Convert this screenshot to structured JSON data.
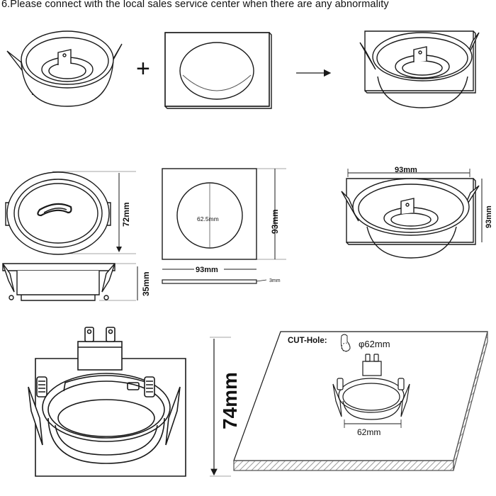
{
  "heading": "6.Please connect with the local sales service center when there are any abnormality",
  "labels": {
    "ring_height": "72mm",
    "ring_depth": "35mm",
    "plate_diameter": "62.5mm",
    "plate_height": "93mm",
    "plate_width": "93mm",
    "plate_thickness": "3mm",
    "assembled_width": "93mm",
    "assembled_height": "93mm",
    "total_height": "74mm",
    "cut_hole_label": "CUT-Hole:",
    "cut_hole_diameter": "φ62mm",
    "install_width": "62mm"
  },
  "symbols": {
    "plus": "+",
    "arrow": "→"
  },
  "colors": {
    "line": "#1a1a1a",
    "panel_edge": "#8a8a8a"
  }
}
